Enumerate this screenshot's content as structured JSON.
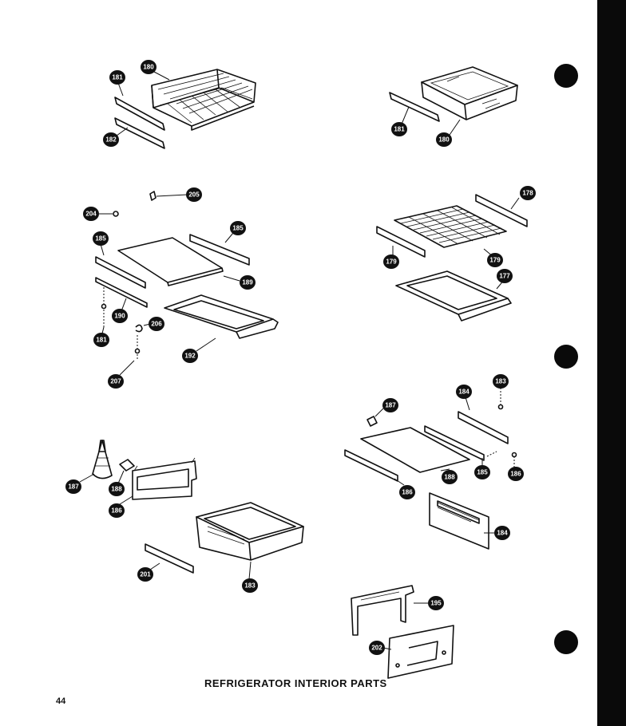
{
  "page": {
    "title": "REFRIGERATOR INTERIOR PARTS",
    "page_number": "44"
  },
  "diagram": {
    "callouts": {
      "c181_top": "181",
      "c180_basket": "180",
      "c182": "182",
      "c181_pan": "181",
      "c180_pan": "180",
      "c205": "205",
      "c204": "204",
      "c185_a": "185",
      "c189": "189",
      "c185_b": "185",
      "c190": "190",
      "c181_mid": "181",
      "c206": "206",
      "c192": "192",
      "c207": "207",
      "c178_a": "178",
      "c179_a": "179",
      "c179_b": "179",
      "c177": "177",
      "c183_top": "183",
      "c184_top": "184",
      "c187_r": "187",
      "c186_r": "186",
      "c188": "188",
      "c185_r": "185",
      "c184_b": "184",
      "c187_l": "187",
      "c188_l": "188",
      "c186_l": "186",
      "c201": "201",
      "c183_bin": "183",
      "c195": "195",
      "c202": "202"
    }
  }
}
